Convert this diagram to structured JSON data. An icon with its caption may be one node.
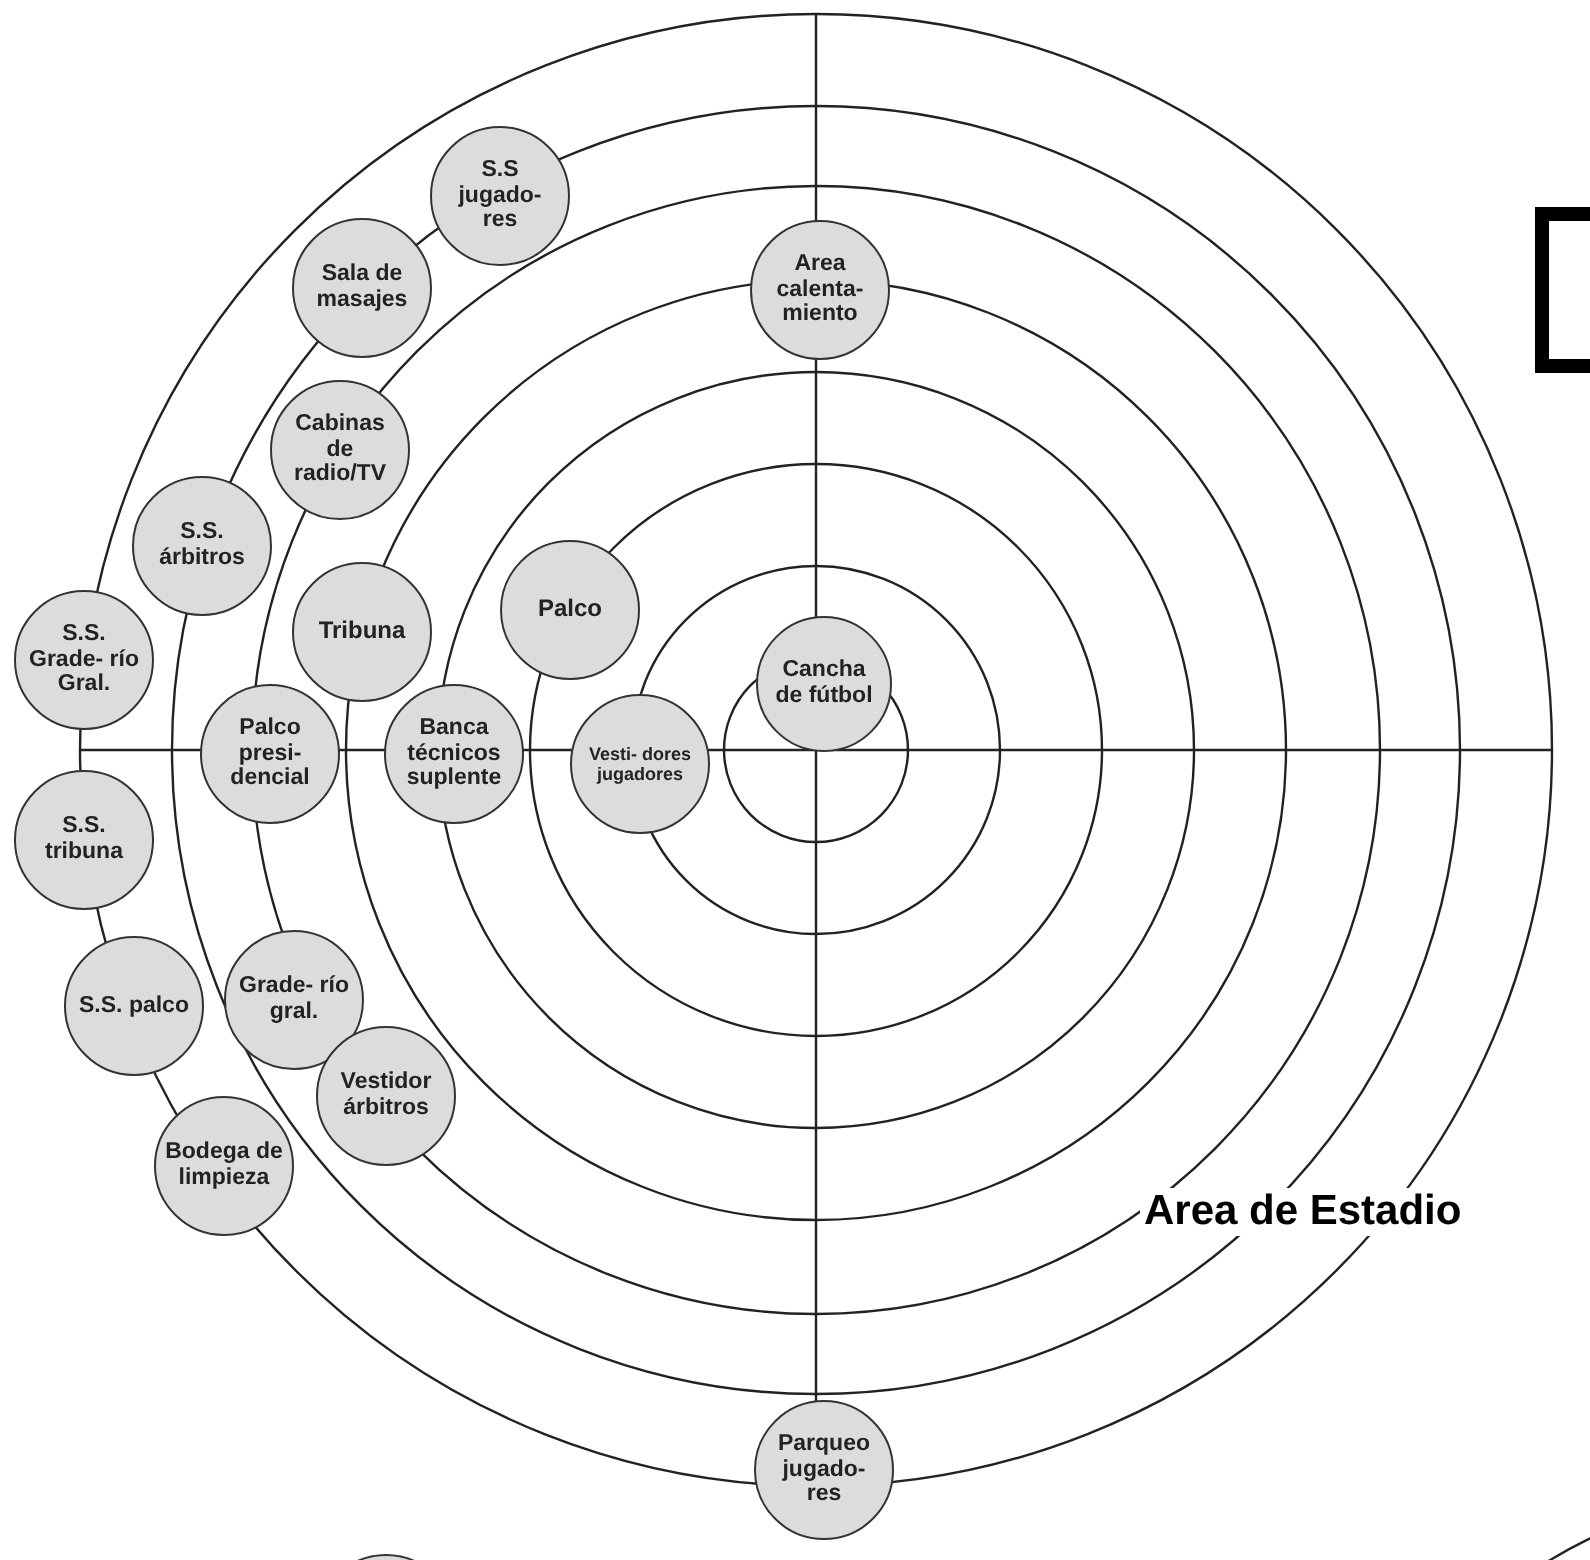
{
  "diagram": {
    "nodes": [
      {
        "text": [
          "S.S jugado- res"
        ]
      },
      {
        "text": [
          "Sala de masajes"
        ]
      },
      {
        "text": [
          "Area calenta- miento"
        ]
      },
      {
        "text": [
          "Cabinas de radio/TV"
        ]
      },
      {
        "text": [
          "S.S. árbitros"
        ]
      },
      {
        "text": [
          "Palco"
        ]
      },
      {
        "text": [
          "Tribuna"
        ]
      },
      {
        "text": [
          "S.S. Grade- río Gral."
        ]
      },
      {
        "text": [
          "Cancha de fútbol"
        ]
      },
      {
        "text": [
          "Palco presi- dencial"
        ]
      },
      {
        "text": [
          "Banca técnicos suplente"
        ]
      },
      {
        "text": [
          "Vesti- dores jugadores"
        ]
      },
      {
        "text": [
          "S.S. tribuna"
        ]
      },
      {
        "text": [
          "Grade- río gral."
        ]
      },
      {
        "text": [
          "S.S. palco"
        ]
      },
      {
        "text": [
          "Vestidor árbitros"
        ]
      },
      {
        "text": [
          "Bodega de limpieza"
        ]
      },
      {
        "text": [
          "Parqueo jugado- res"
        ]
      },
      {
        "text": [],
        "shape": "circle"
      }
    ],
    "edges": [],
    "labels": [
      "Area de Estadio"
    ]
  }
}
